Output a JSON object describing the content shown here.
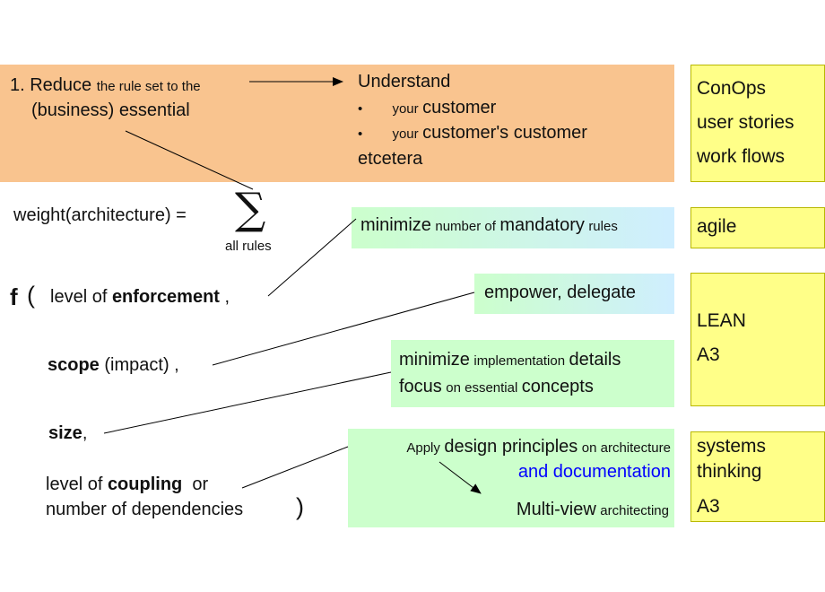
{
  "reduce": {
    "num": "1. Reduce",
    "mid": "the rule set to the",
    "line2": "(business) essential"
  },
  "understand": {
    "title": "Understand",
    "bullet": "•",
    "b1_small": "your",
    "b1_big": "customer",
    "b2_small": "your",
    "b2_big": "customer's customer",
    "etc": "etcetera"
  },
  "side": {
    "conops": "ConOps",
    "user_stories": "user stories",
    "work_flows": "work flows",
    "agile": "agile",
    "lean": "LEAN",
    "a3_lean": "A3",
    "systems": "systems",
    "thinking": "thinking",
    "a3_systems": "A3"
  },
  "formula": {
    "weight": "weight(architecture) =",
    "sigma": "∑",
    "all_rules": "all rules",
    "f": "f",
    "open": "(",
    "enf_pre": "level of",
    "enf_bold": "enforcement",
    "enf_post": ",",
    "scope_bold": "scope",
    "scope_post": "(impact) ,",
    "size_bold": "size",
    "size_post": ",",
    "coup_pre": "level of",
    "coup_bold": "coupling",
    "coup_post": "or",
    "deps": "number of dependencies",
    "close": ")"
  },
  "minimize": {
    "w1": "minimize",
    "w2": "number of",
    "w3": "mandatory",
    "w4": "rules"
  },
  "empower": "empower, delegate",
  "impl": {
    "l1a": "minimize",
    "l1b": "implementation",
    "l1c": "details",
    "l2a": "focus",
    "l2b": "on essential",
    "l2c": "concepts"
  },
  "apply": {
    "a": "Apply",
    "b": "design principles",
    "c": "on architecture",
    "doc": "and documentation",
    "mv_big": "Multi-view",
    "mv_small": "architecting"
  },
  "colors": {
    "orange": "#f9c48f",
    "yellow": "#ffff88",
    "green": "#ccffcc",
    "blue_text": "#0000ff"
  }
}
